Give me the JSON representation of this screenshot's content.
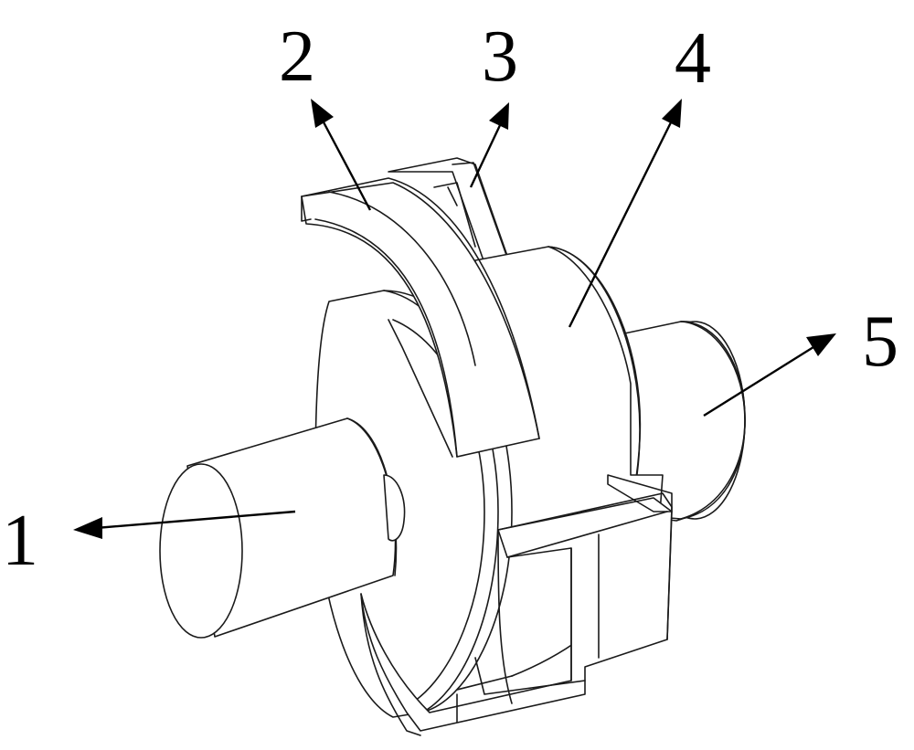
{
  "labels": [
    "1",
    "2",
    "3",
    "4",
    "5"
  ],
  "colors": {
    "line": "#1a1a1a",
    "background": "#ffffff"
  }
}
